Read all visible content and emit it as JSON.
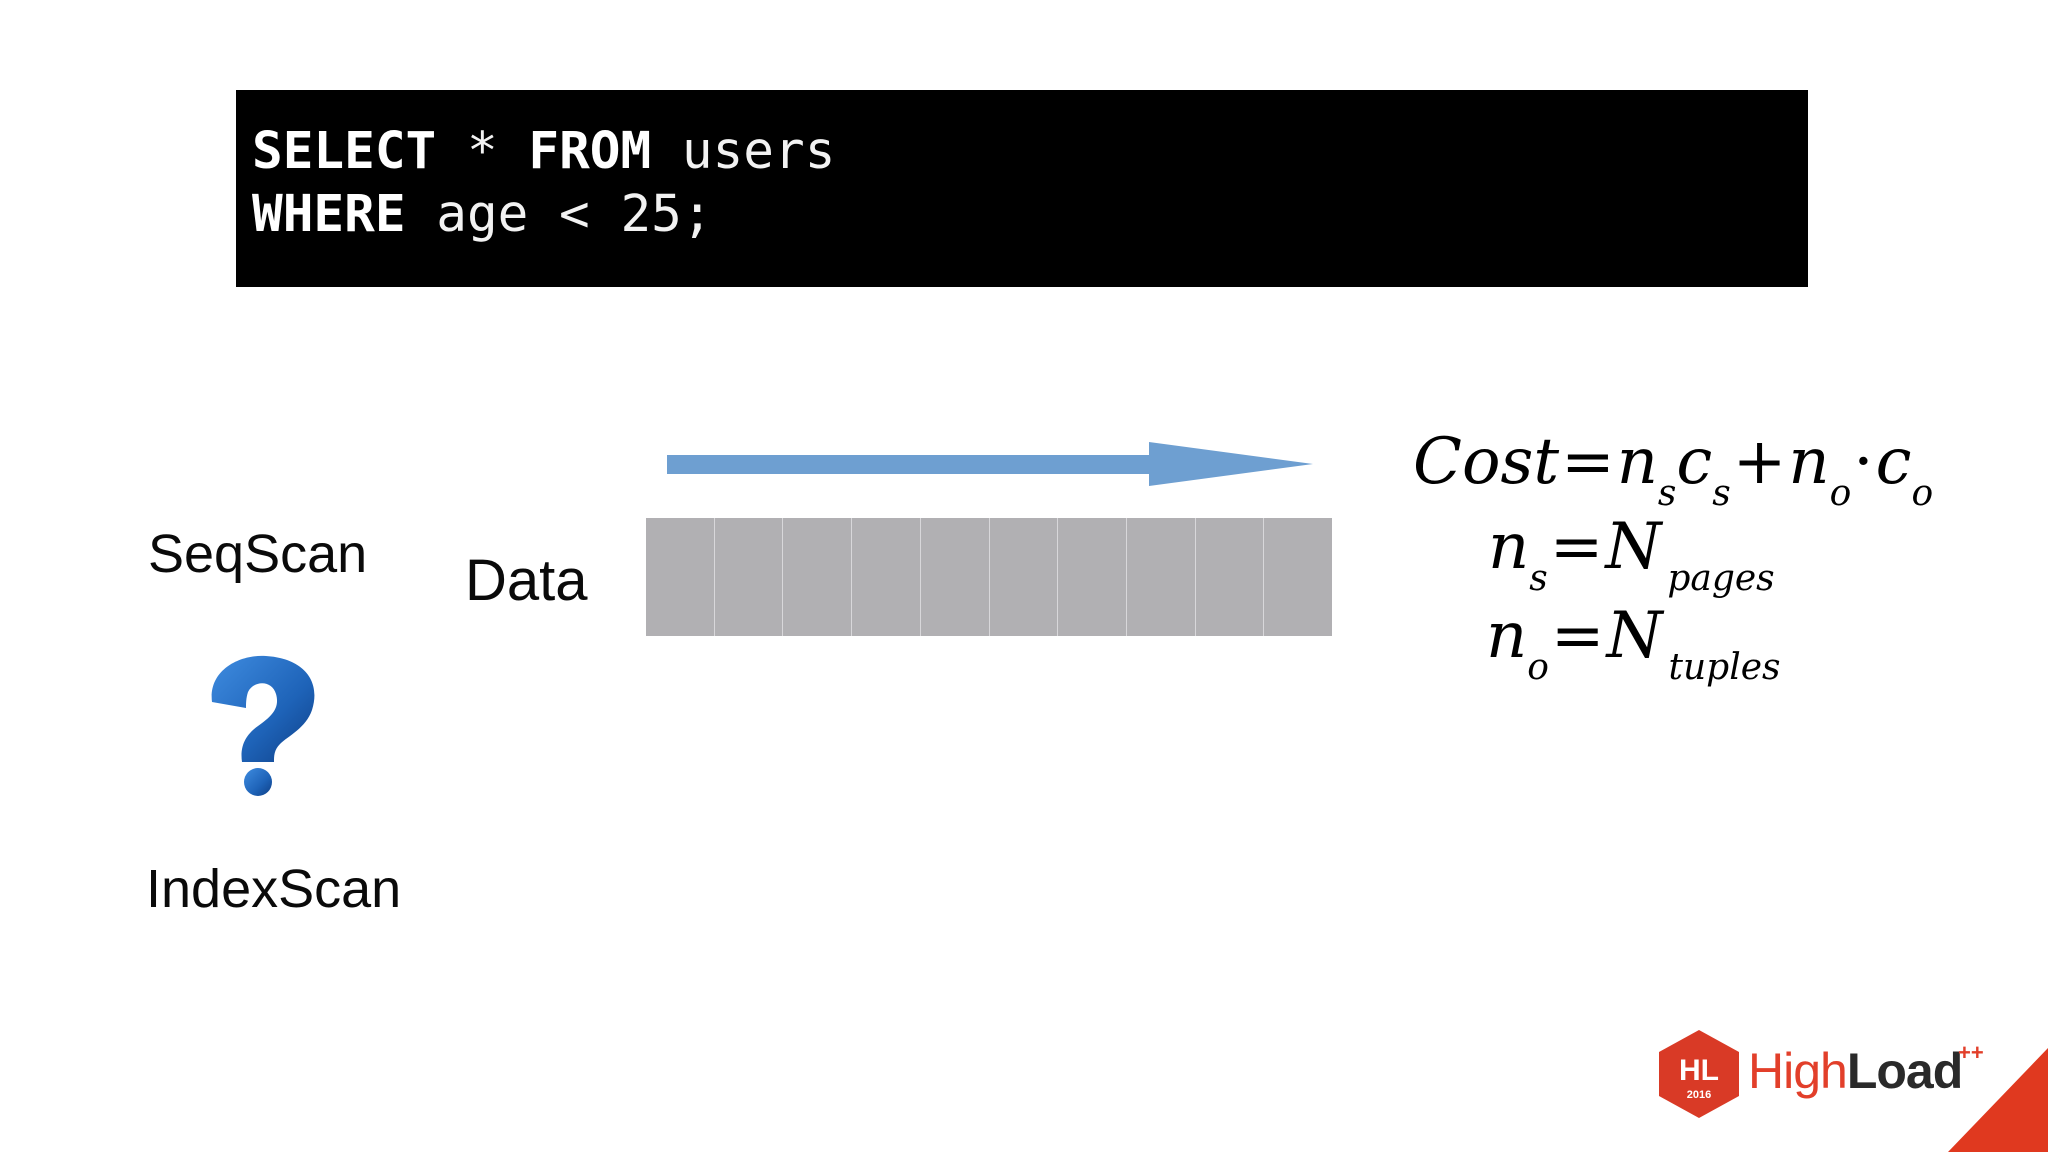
{
  "code": {
    "line1": {
      "kw1": "SELECT",
      "mid": " * ",
      "kw2": "FROM",
      "rest": " users"
    },
    "line2": {
      "kw1": "WHERE",
      "rest": " age < 25;"
    }
  },
  "labels": {
    "seqscan": "SeqScan",
    "data": "Data",
    "indexscan": "IndexScan"
  },
  "formulas": {
    "cost": {
      "lhs": "Cost",
      "n1": "n",
      "s1": "s",
      "c1": "c",
      "s2": "s",
      "n2": "n",
      "o1": "o",
      "c2": "c",
      "o2": "o"
    },
    "ns": {
      "n": "n",
      "s": "s",
      "N": "N",
      "sub": "pages"
    },
    "no": {
      "n": "n",
      "o": "o",
      "N": "N",
      "sub": "tuples"
    }
  },
  "logo": {
    "hex_text": "HL",
    "hex_year": "2016",
    "name_light": "High",
    "name_bold": "Load",
    "plus": "++"
  },
  "pages_count": 10,
  "colors": {
    "code_bg": "#000000",
    "arrow": "#6e9fd1",
    "page_fill": "#b1b0b3",
    "brand": "#e23f2a",
    "question": "#1e63b8"
  },
  "icons": {
    "question": "question-mark-icon",
    "arrow": "right-arrow-icon",
    "logo": "highload-hexagon-logo"
  }
}
